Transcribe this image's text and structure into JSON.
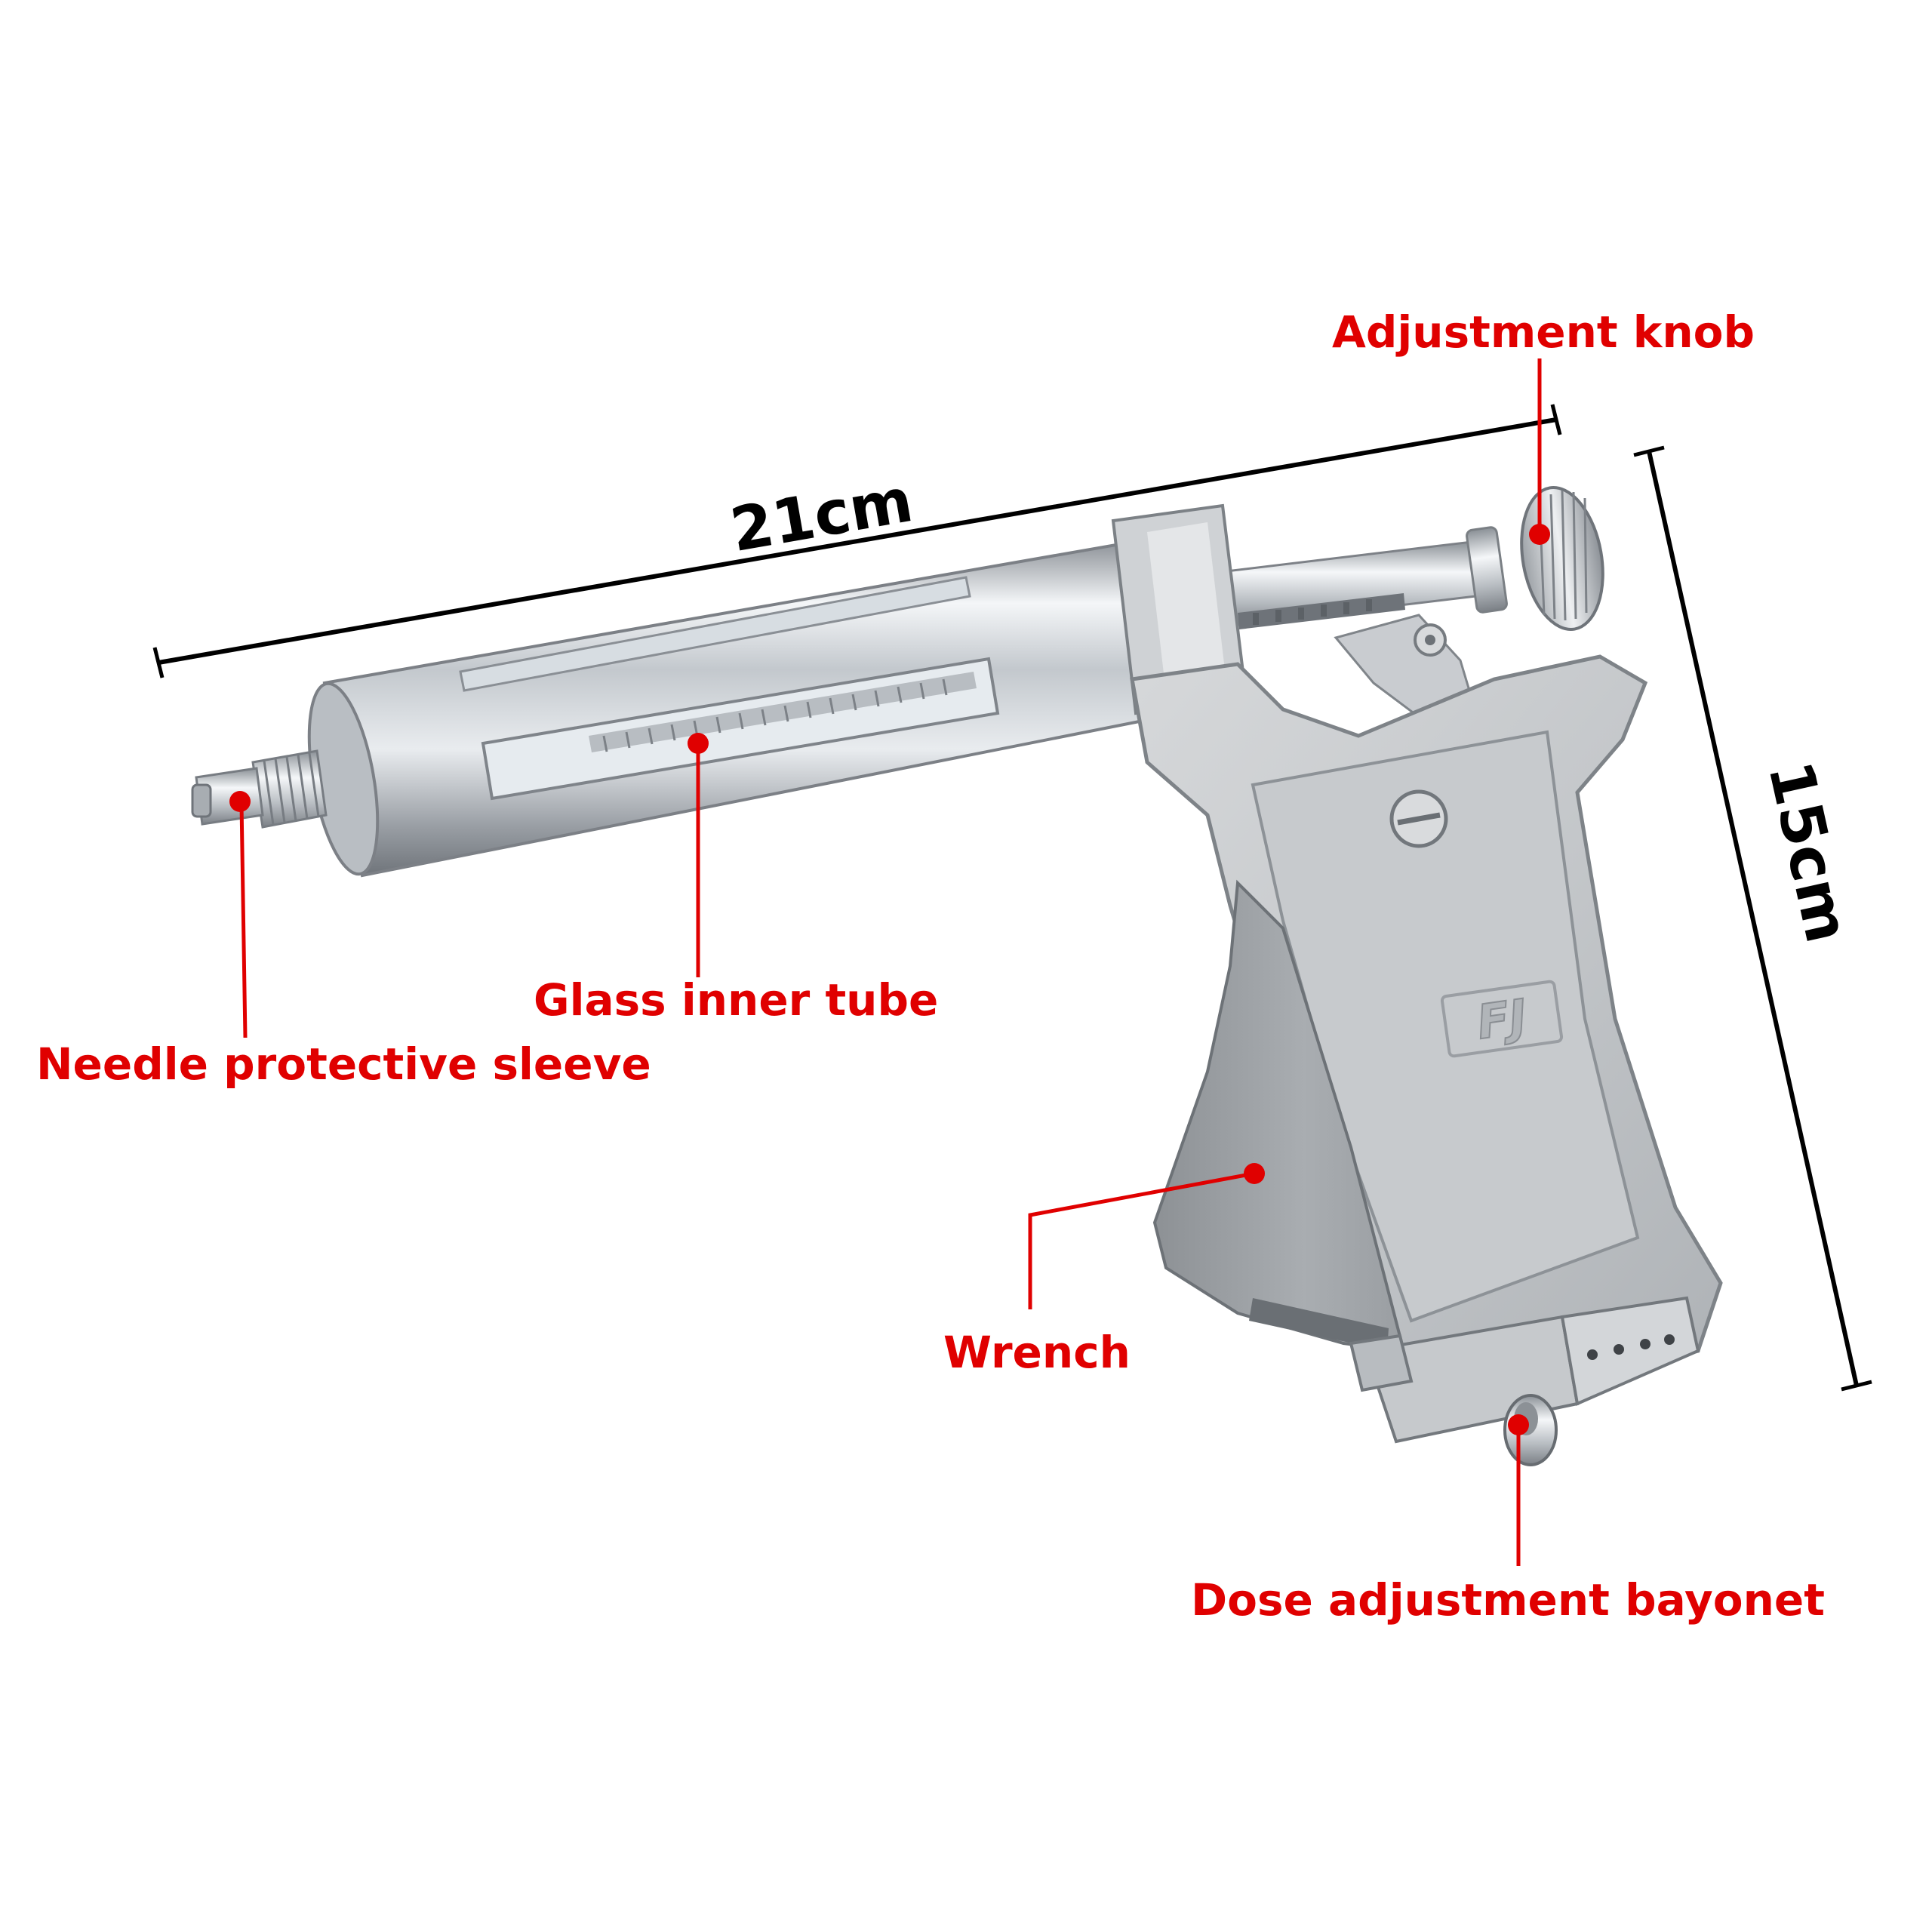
{
  "dimensions": {
    "width_label": "21cm",
    "height_label": "15cm",
    "line_color": "#000000"
  },
  "callouts": {
    "color": "#e00000",
    "adjustment_knob": "Adjustment knob",
    "glass_inner_tube": "Glass inner tube",
    "needle_protective_sleeve": "Needle protective sleeve",
    "wrench": "Wrench",
    "dose_adjustment_bayonet": "Dose adjustment bayonet"
  },
  "product": {
    "logo_text": "FJ"
  }
}
